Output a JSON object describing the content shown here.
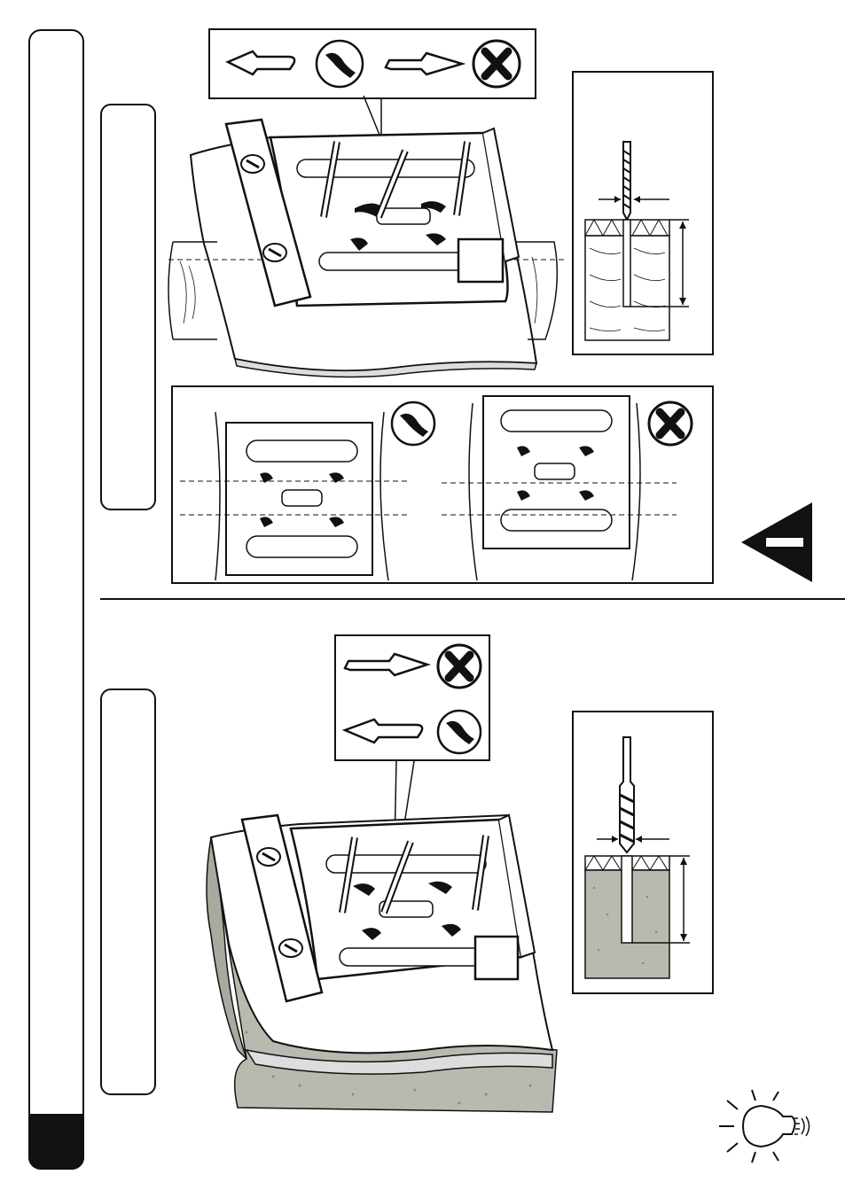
{
  "page": {
    "page_number": "",
    "section_separator": true
  },
  "step_1": {
    "surface": "wood-stud-wall",
    "hint_panel": {
      "correct_level_icon": "thumbs-up-icon",
      "wrong_level_icon": "thumbs-down-icon"
    },
    "drill_detail": {
      "material": "wood",
      "bit_icon": "wood-drill-bit-icon"
    },
    "orientation_panel": {
      "correct_icon": "thumbs-up-icon",
      "wrong_icon": "thumbs-down-icon"
    },
    "warning_icon": "warning-triangle-icon"
  },
  "step_2": {
    "surface": "concrete-wall",
    "hint_panel": {
      "wrong_level_icon": "thumbs-down-icon",
      "correct_level_icon": "thumbs-up-icon"
    },
    "drill_detail": {
      "material": "concrete",
      "bit_icon": "masonry-drill-bit-icon"
    },
    "tip_icon": "light-bulb-icon"
  },
  "colors": {
    "ink": "#111111",
    "tab_fill": "#111111",
    "concrete": "#b9b9b0",
    "wood": "#ffffff"
  }
}
